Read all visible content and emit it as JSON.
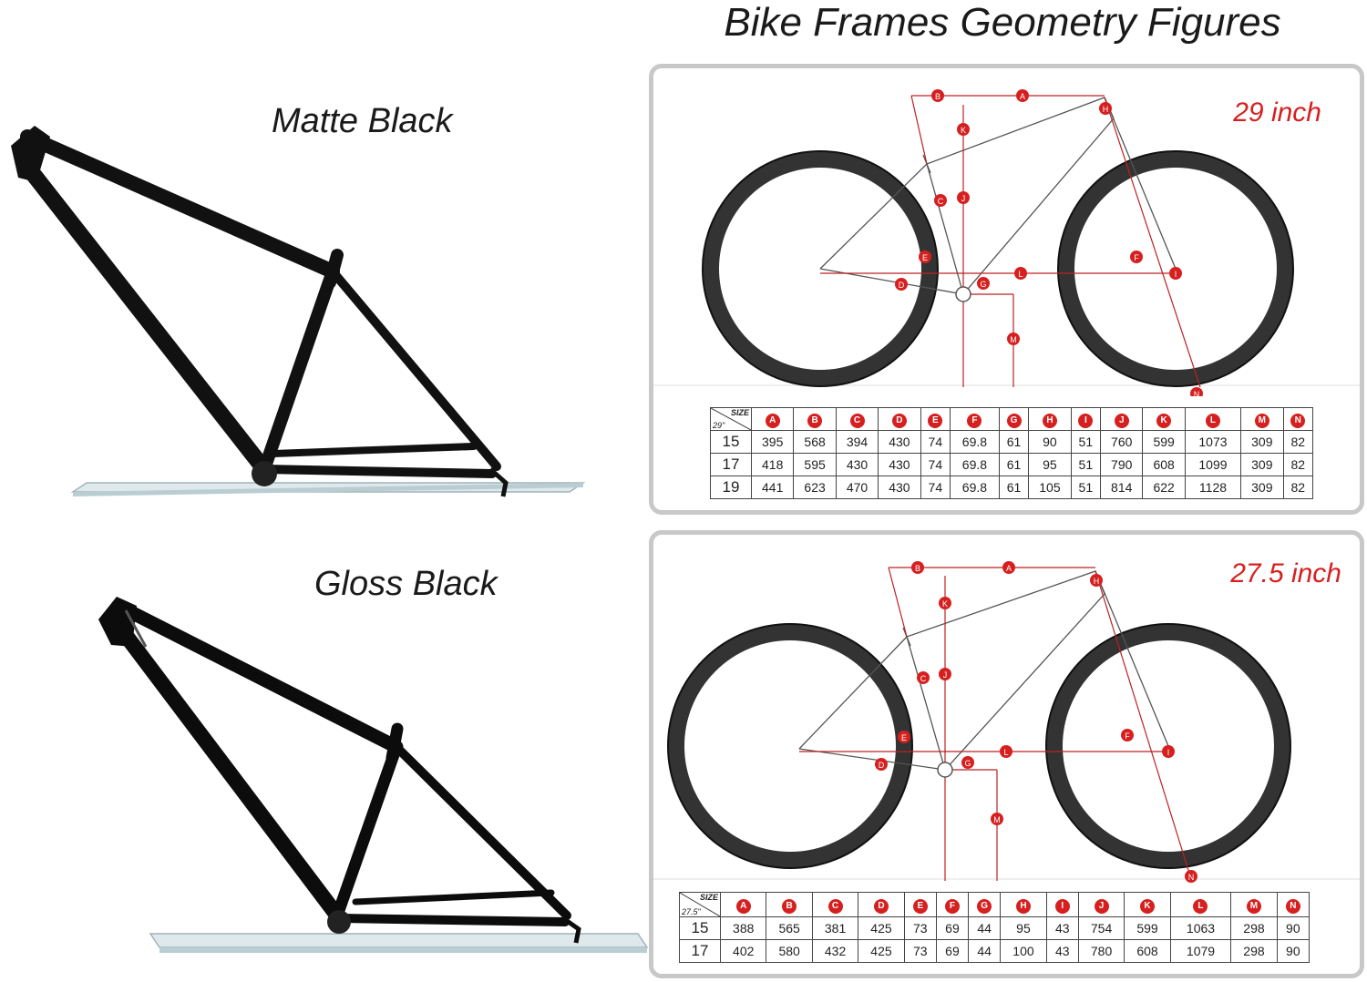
{
  "header": {
    "title": "Bike Frames Geometry Figures"
  },
  "frames": {
    "matte_label": "Matte Black",
    "gloss_label": "Gloss Black"
  },
  "panel_29": {
    "wheel_size": "29 inch",
    "corner_top": "SIZE",
    "corner_bottom": "29\"",
    "columns": [
      "A",
      "B",
      "C",
      "D",
      "E",
      "F",
      "G",
      "H",
      "I",
      "J",
      "K",
      "L",
      "M",
      "N"
    ],
    "rows": [
      {
        "size": "15",
        "values": [
          "395",
          "568",
          "394",
          "430",
          "74",
          "69.8",
          "61",
          "90",
          "51",
          "760",
          "599",
          "1073",
          "309",
          "82"
        ]
      },
      {
        "size": "17",
        "values": [
          "418",
          "595",
          "430",
          "430",
          "74",
          "69.8",
          "61",
          "95",
          "51",
          "790",
          "608",
          "1099",
          "309",
          "82"
        ]
      },
      {
        "size": "19",
        "values": [
          "441",
          "623",
          "470",
          "430",
          "74",
          "69.8",
          "61",
          "105",
          "51",
          "814",
          "622",
          "1128",
          "309",
          "82"
        ]
      }
    ]
  },
  "panel_275": {
    "wheel_size": "27.5 inch",
    "corner_top": "SIZE",
    "corner_bottom": "27.5\"",
    "columns": [
      "A",
      "B",
      "C",
      "D",
      "E",
      "F",
      "G",
      "H",
      "I",
      "J",
      "K",
      "L",
      "M",
      "N"
    ],
    "rows": [
      {
        "size": "15",
        "values": [
          "388",
          "565",
          "381",
          "425",
          "73",
          "69",
          "44",
          "95",
          "43",
          "754",
          "599",
          "1063",
          "298",
          "90"
        ]
      },
      {
        "size": "17",
        "values": [
          "402",
          "580",
          "432",
          "425",
          "73",
          "69",
          "44",
          "100",
          "43",
          "780",
          "608",
          "1079",
          "298",
          "90"
        ]
      }
    ]
  },
  "colors": {
    "accent_red": "#d62020",
    "frame_black": "#111111",
    "panel_border": "#c8c8c8"
  }
}
